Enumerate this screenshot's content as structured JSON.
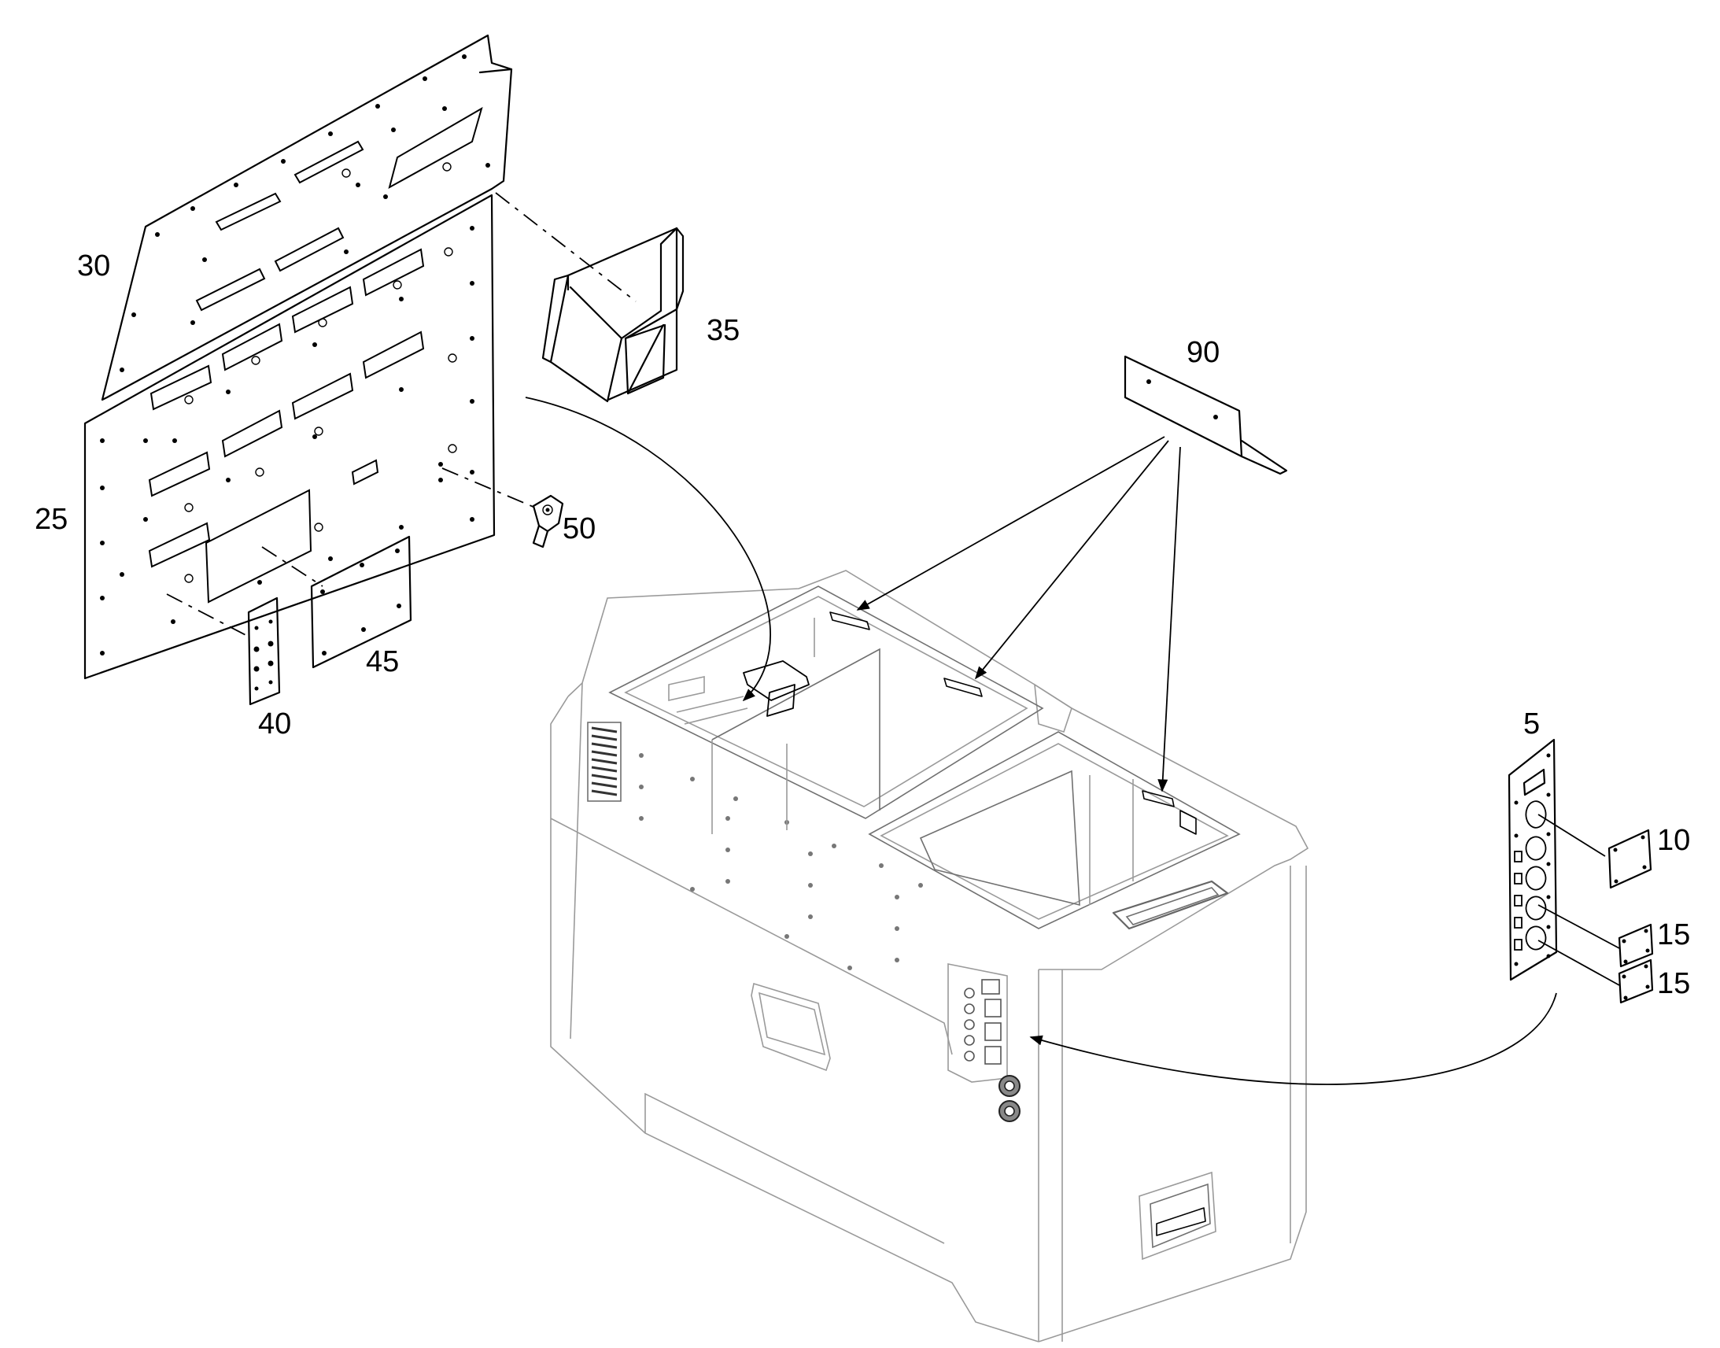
{
  "callouts": {
    "c5": "5",
    "c10": "10",
    "c15a": "15",
    "c15b": "15",
    "c25": "25",
    "c30": "30",
    "c35": "35",
    "c40": "40",
    "c45": "45",
    "c50": "50",
    "c90": "90"
  }
}
